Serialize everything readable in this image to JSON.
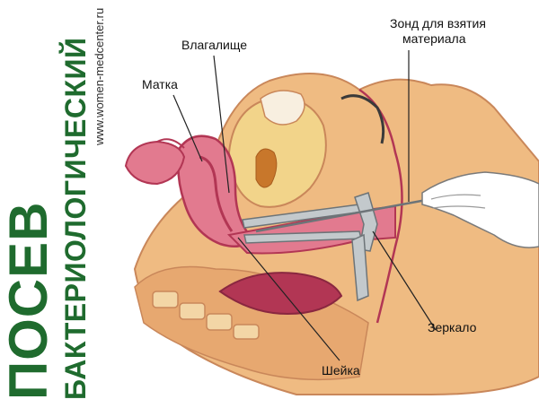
{
  "header": {
    "title_main": "ПОСЕВ",
    "title_sub": "БАКТЕРИОЛОГИЧЕСКИЙ",
    "site_url": "www.women-medcenter.ru"
  },
  "labels": {
    "uterus": "Матка",
    "vagina": "Влагалище",
    "probe_line1": "Зонд для взятия",
    "probe_line2": "материала",
    "speculum": "Зеркало",
    "cervix": "Шейка"
  },
  "colors": {
    "title": "#1f6b2e",
    "skin": "#efbb82",
    "skin_dark": "#d9955e",
    "tissue_pink": "#e27a8f",
    "tissue_deep": "#b23654",
    "bladder": "#f2d48a",
    "instrument": "#9aa2a6"
  }
}
